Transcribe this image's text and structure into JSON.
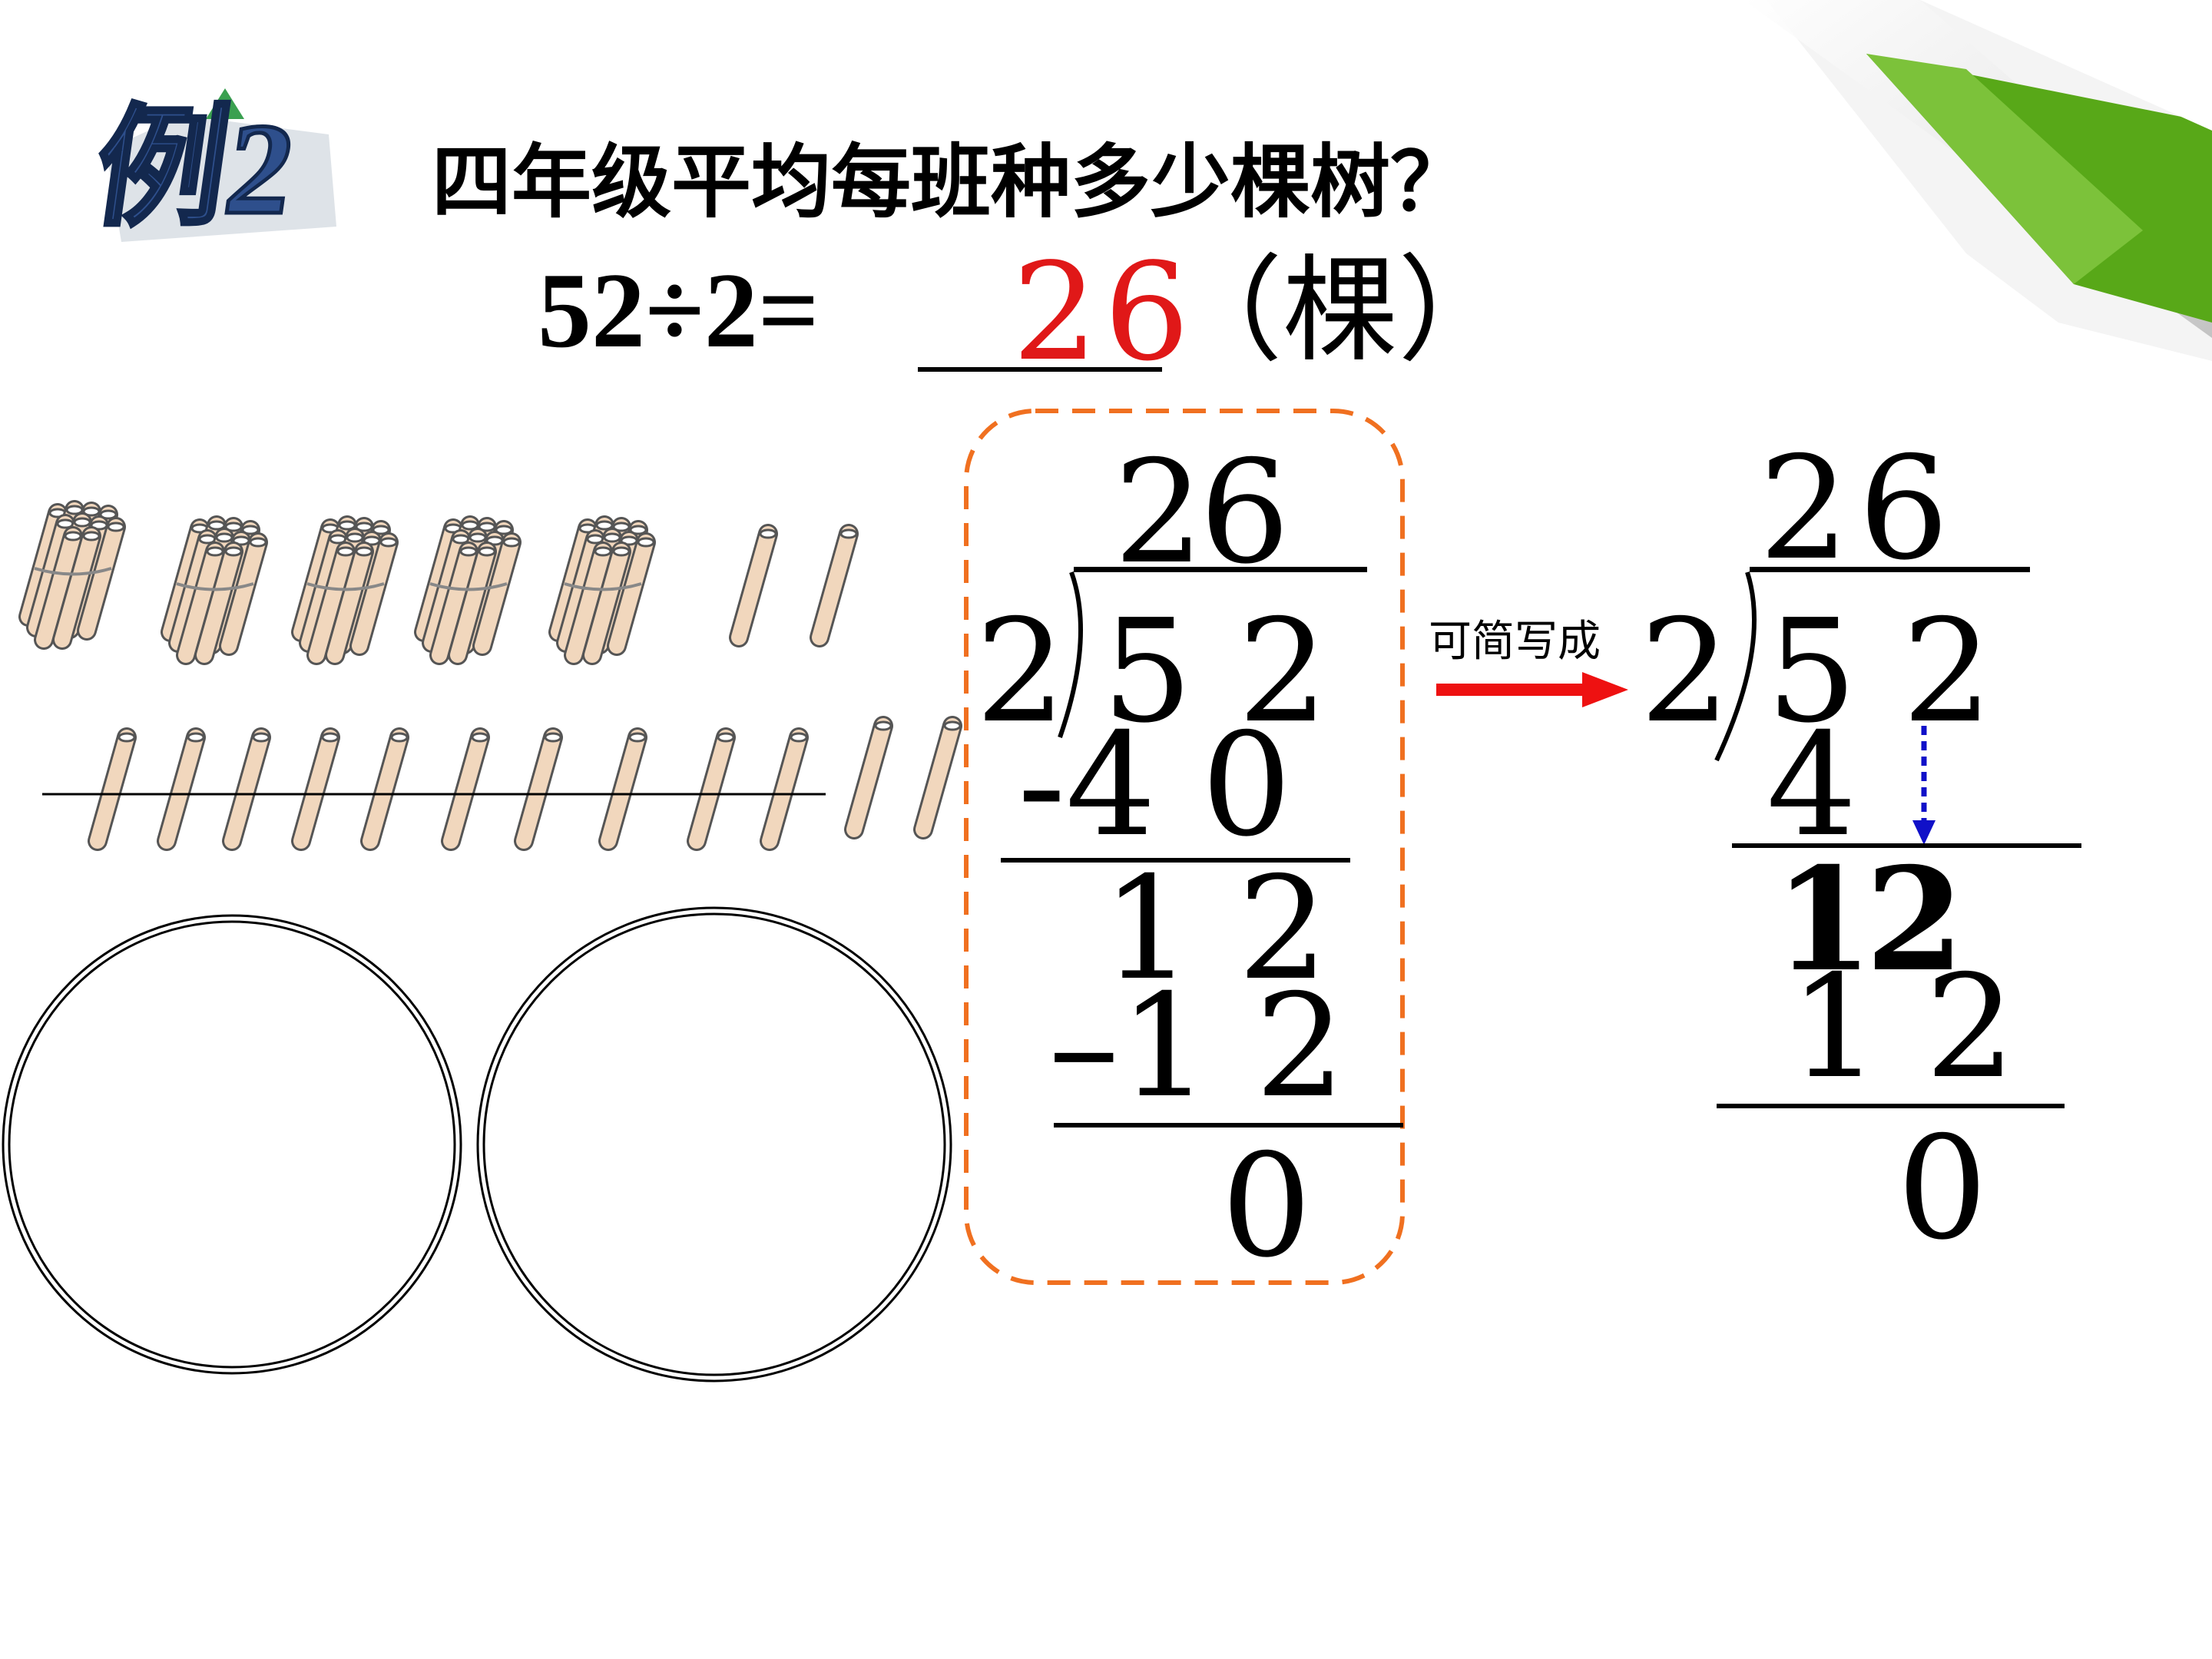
{
  "badge": {
    "text": "例2"
  },
  "question": "四年级平均每班种多少棵树？",
  "equation": {
    "left": "52÷2=",
    "answer": "26",
    "unit": "（棵）"
  },
  "simplify_label": "可简写成",
  "long_division_full": {
    "quotient": "26",
    "divisor": "2",
    "dividend": "5 2",
    "step1": "-4 0",
    "remainder1": "1 2",
    "step2": "–1 2",
    "remainder2": "0"
  },
  "long_division_short": {
    "quotient": "26",
    "divisor": "2",
    "dividend": "5 2",
    "step1": "4",
    "remainder1": "12",
    "step2": "1 2",
    "remainder2": "0"
  },
  "colors": {
    "answer": "#e01818",
    "dashed_box": "#f07020",
    "arrow": "#ee1111",
    "blue_arrow": "#1010c8",
    "corner_green": "#58a818"
  }
}
